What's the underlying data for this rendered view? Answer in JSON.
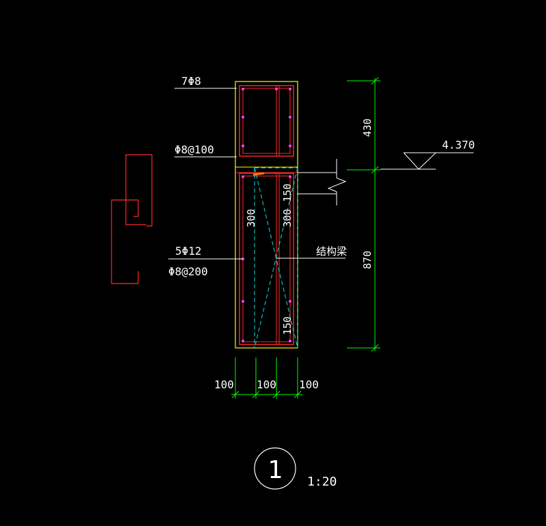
{
  "drawing": {
    "labels": {
      "top_bars": "7Φ8",
      "top_stirrups": "Φ8@100",
      "bottom_bars": "5Φ12",
      "bottom_stirrups": "Φ8@200",
      "beam_note": "结构梁",
      "elevation": "4.370",
      "dim_top": "430",
      "dim_bottom": "870",
      "dim_300_left": "300",
      "dim_300_right": "300",
      "dim_150_top": "150",
      "dim_150_bottom": "150",
      "dim_w1": "100",
      "dim_w2": "100",
      "dim_w3": "100",
      "detail_number": "1",
      "scale": "1:20"
    },
    "colors": {
      "background": "#000000",
      "outline": "#ffff00",
      "rebar": "#ff2a2a",
      "dimension": "#00ff00",
      "leader": "#ffffff",
      "hidden": "#00e5e5",
      "bar_dot": "#ff44ff",
      "accent": "#ff7a00"
    }
  }
}
